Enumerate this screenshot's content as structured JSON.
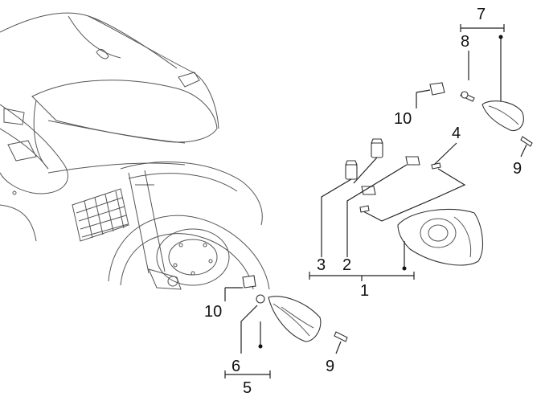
{
  "diagram": {
    "callouts": {
      "c1": "1",
      "c2": "2",
      "c3": "3",
      "c4": "4",
      "c5": "5",
      "c6": "6",
      "c7": "7",
      "c8": "8",
      "c9a": "9",
      "c9b": "9",
      "c10a": "10",
      "c10b": "10"
    }
  }
}
